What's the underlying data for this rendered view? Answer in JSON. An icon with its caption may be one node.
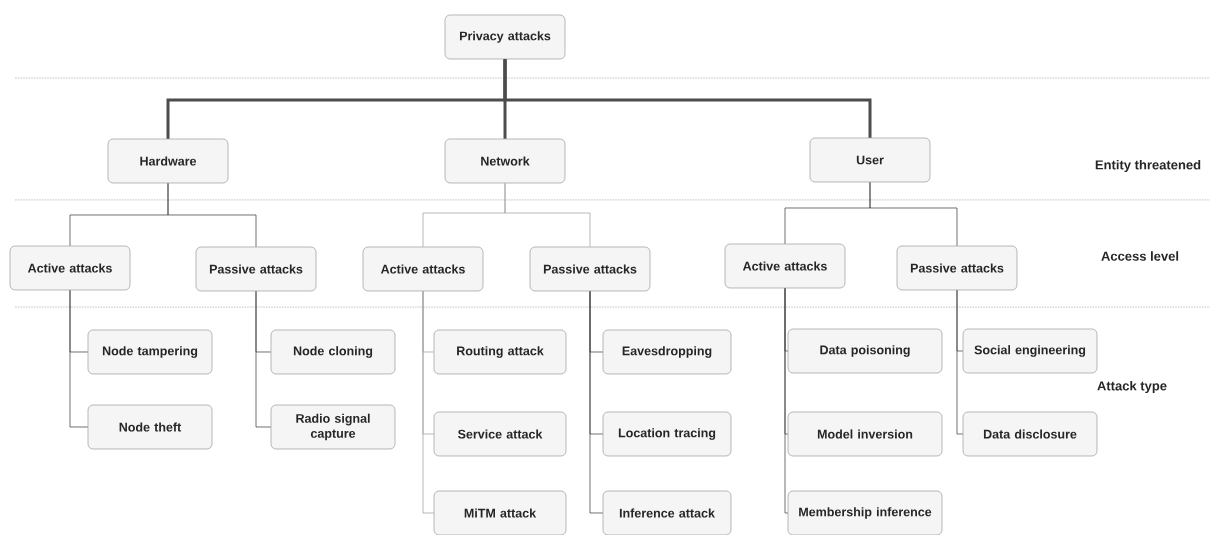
{
  "diagram": {
    "nodes": [
      {
        "text": [
          "Privacy attacks"
        ]
      },
      {
        "text": [
          "Hardware"
        ]
      },
      {
        "text": [
          "Network"
        ]
      },
      {
        "text": [
          "User"
        ]
      },
      {
        "text": [
          "Active attacks"
        ]
      },
      {
        "text": [
          "Passive attacks"
        ]
      },
      {
        "text": [
          "Active attacks"
        ]
      },
      {
        "text": [
          "Passive attacks"
        ]
      },
      {
        "text": [
          "Active attacks"
        ]
      },
      {
        "text": [
          "Passive attacks"
        ]
      },
      {
        "text": [
          "Node tampering"
        ]
      },
      {
        "text": [
          "Node theft"
        ]
      },
      {
        "text": [
          "Node cloning"
        ]
      },
      {
        "text": [
          "Radio signal capture"
        ]
      },
      {
        "text": [
          "Routing attack"
        ]
      },
      {
        "text": [
          "Service attack"
        ]
      },
      {
        "text": [
          "MiTM attack"
        ]
      },
      {
        "text": [
          "Eavesdropping"
        ]
      },
      {
        "text": [
          "Location tracing"
        ]
      },
      {
        "text": [
          "Inference attack"
        ]
      },
      {
        "text": [
          "Data poisoning"
        ]
      },
      {
        "text": [
          "Model inversion"
        ]
      },
      {
        "text": [
          "Membership inference"
        ]
      },
      {
        "text": [
          "Social engineering"
        ]
      },
      {
        "text": [
          "Data disclosure"
        ]
      }
    ],
    "edges": [
      {
        "from": 0,
        "to": 1,
        "arrow": "none",
        "style": "thick"
      },
      {
        "from": 0,
        "to": 2,
        "arrow": "none",
        "style": "thick"
      },
      {
        "from": 0,
        "to": 3,
        "arrow": "none",
        "style": "thick"
      },
      {
        "from": 1,
        "to": 4,
        "arrow": "none"
      },
      {
        "from": 1,
        "to": 5,
        "arrow": "none"
      },
      {
        "from": 2,
        "to": 6,
        "arrow": "none",
        "color": "#9a9a9a"
      },
      {
        "from": 2,
        "to": 7,
        "arrow": "none",
        "color": "#9a9a9a"
      },
      {
        "from": 3,
        "to": 8,
        "arrow": "none"
      },
      {
        "from": 3,
        "to": 9,
        "arrow": "none"
      },
      {
        "from": 4,
        "to": 10,
        "arrow": "none"
      },
      {
        "from": 4,
        "to": 11,
        "arrow": "none"
      },
      {
        "from": 5,
        "to": 12,
        "arrow": "none"
      },
      {
        "from": 5,
        "to": 13,
        "arrow": "none"
      },
      {
        "from": 6,
        "to": 14,
        "arrow": "none",
        "color": "#9a9a9a"
      },
      {
        "from": 6,
        "to": 15,
        "arrow": "none",
        "color": "#9a9a9a"
      },
      {
        "from": 6,
        "to": 16,
        "arrow": "none",
        "color": "#9a9a9a"
      },
      {
        "from": 7,
        "to": 17,
        "arrow": "none"
      },
      {
        "from": 7,
        "to": 18,
        "arrow": "none"
      },
      {
        "from": 7,
        "to": 19,
        "arrow": "none"
      },
      {
        "from": 8,
        "to": 20,
        "arrow": "none"
      },
      {
        "from": 8,
        "to": 21,
        "arrow": "none"
      },
      {
        "from": 8,
        "to": 22,
        "arrow": "none"
      },
      {
        "from": 9,
        "to": 23,
        "arrow": "none"
      },
      {
        "from": 9,
        "to": 24,
        "arrow": "none"
      }
    ],
    "labels": [
      "Entity threatened",
      "Access level",
      "Attack type"
    ]
  }
}
